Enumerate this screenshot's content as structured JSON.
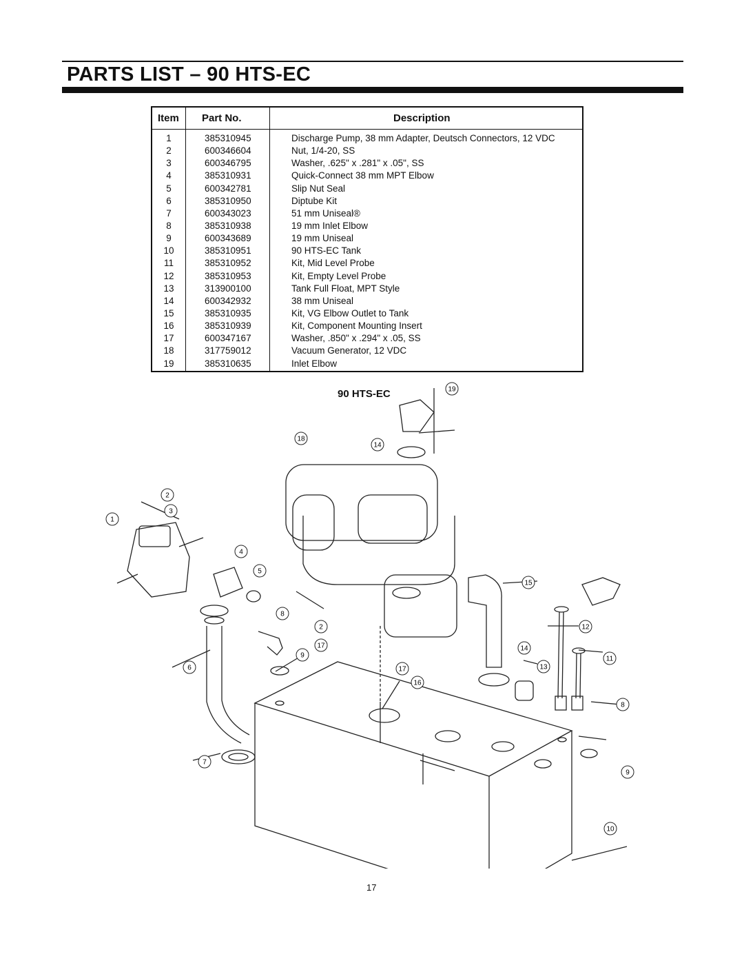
{
  "page": {
    "title": "PARTS LIST – 90 HTS-EC",
    "page_number": "17"
  },
  "table": {
    "headers": {
      "item": "Item",
      "part_no": "Part No.",
      "description": "Description"
    },
    "rows": [
      {
        "item": "1",
        "part_no": "385310945",
        "description": "Discharge Pump, 38 mm Adapter, Deutsch Connectors, 12 VDC"
      },
      {
        "item": "2",
        "part_no": "600346604",
        "description": "Nut, 1/4-20, SS"
      },
      {
        "item": "3",
        "part_no": "600346795",
        "description": "Washer, .625\" x .281\" x .05\", SS"
      },
      {
        "item": "4",
        "part_no": "385310931",
        "description": "Quick-Connect 38 mm MPT Elbow"
      },
      {
        "item": "5",
        "part_no": "600342781",
        "description": "Slip Nut Seal"
      },
      {
        "item": "6",
        "part_no": "385310950",
        "description": "Diptube Kit"
      },
      {
        "item": "7",
        "part_no": "600343023",
        "description": "51 mm Uniseal®"
      },
      {
        "item": "8",
        "part_no": "385310938",
        "description": "19 mm Inlet Elbow"
      },
      {
        "item": "9",
        "part_no": "600343689",
        "description": "19 mm Uniseal"
      },
      {
        "item": "10",
        "part_no": "385310951",
        "description": "90 HTS-EC Tank"
      },
      {
        "item": "11",
        "part_no": "385310952",
        "description": "Kit, Mid Level Probe"
      },
      {
        "item": "12",
        "part_no": "385310953",
        "description": "Kit, Empty Level Probe"
      },
      {
        "item": "13",
        "part_no": "313900100",
        "description": "Tank Full Float, MPT Style"
      },
      {
        "item": "14",
        "part_no": "600342932",
        "description": "38 mm Uniseal"
      },
      {
        "item": "15",
        "part_no": "385310935",
        "description": "Kit, VG Elbow Outlet to Tank"
      },
      {
        "item": "16",
        "part_no": "385310939",
        "description": "Kit, Component Mounting Insert"
      },
      {
        "item": "17",
        "part_no": "600347167",
        "description": "Washer, .850\" x .294\" x .05, SS"
      },
      {
        "item": "18",
        "part_no": "317759012",
        "description": "Vacuum Generator, 12 VDC"
      },
      {
        "item": "19",
        "part_no": "385310635",
        "description": "Inlet Elbow"
      }
    ]
  },
  "diagram": {
    "title": "90 HTS-EC",
    "callouts": [
      "19",
      "18",
      "14",
      "2",
      "3",
      "1",
      "4",
      "5",
      "15",
      "8",
      "2",
      "17",
      "12",
      "9",
      "14",
      "6",
      "17",
      "13",
      "11",
      "16",
      "8",
      "7",
      "9",
      "10"
    ]
  }
}
